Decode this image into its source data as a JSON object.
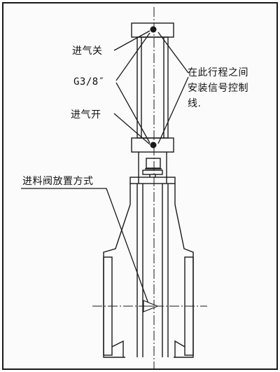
{
  "labels": {
    "intake_close": "进气关",
    "port_size": "G3/8″",
    "intake_open": "进气开",
    "install_note_line1": "在此行程之间",
    "install_note_line2": "安装信号控制",
    "install_note_line3": "线.",
    "valve_placement": "进料阀放置方式"
  },
  "colors": {
    "line": "#1a1a1a",
    "background": "#ffffff"
  }
}
